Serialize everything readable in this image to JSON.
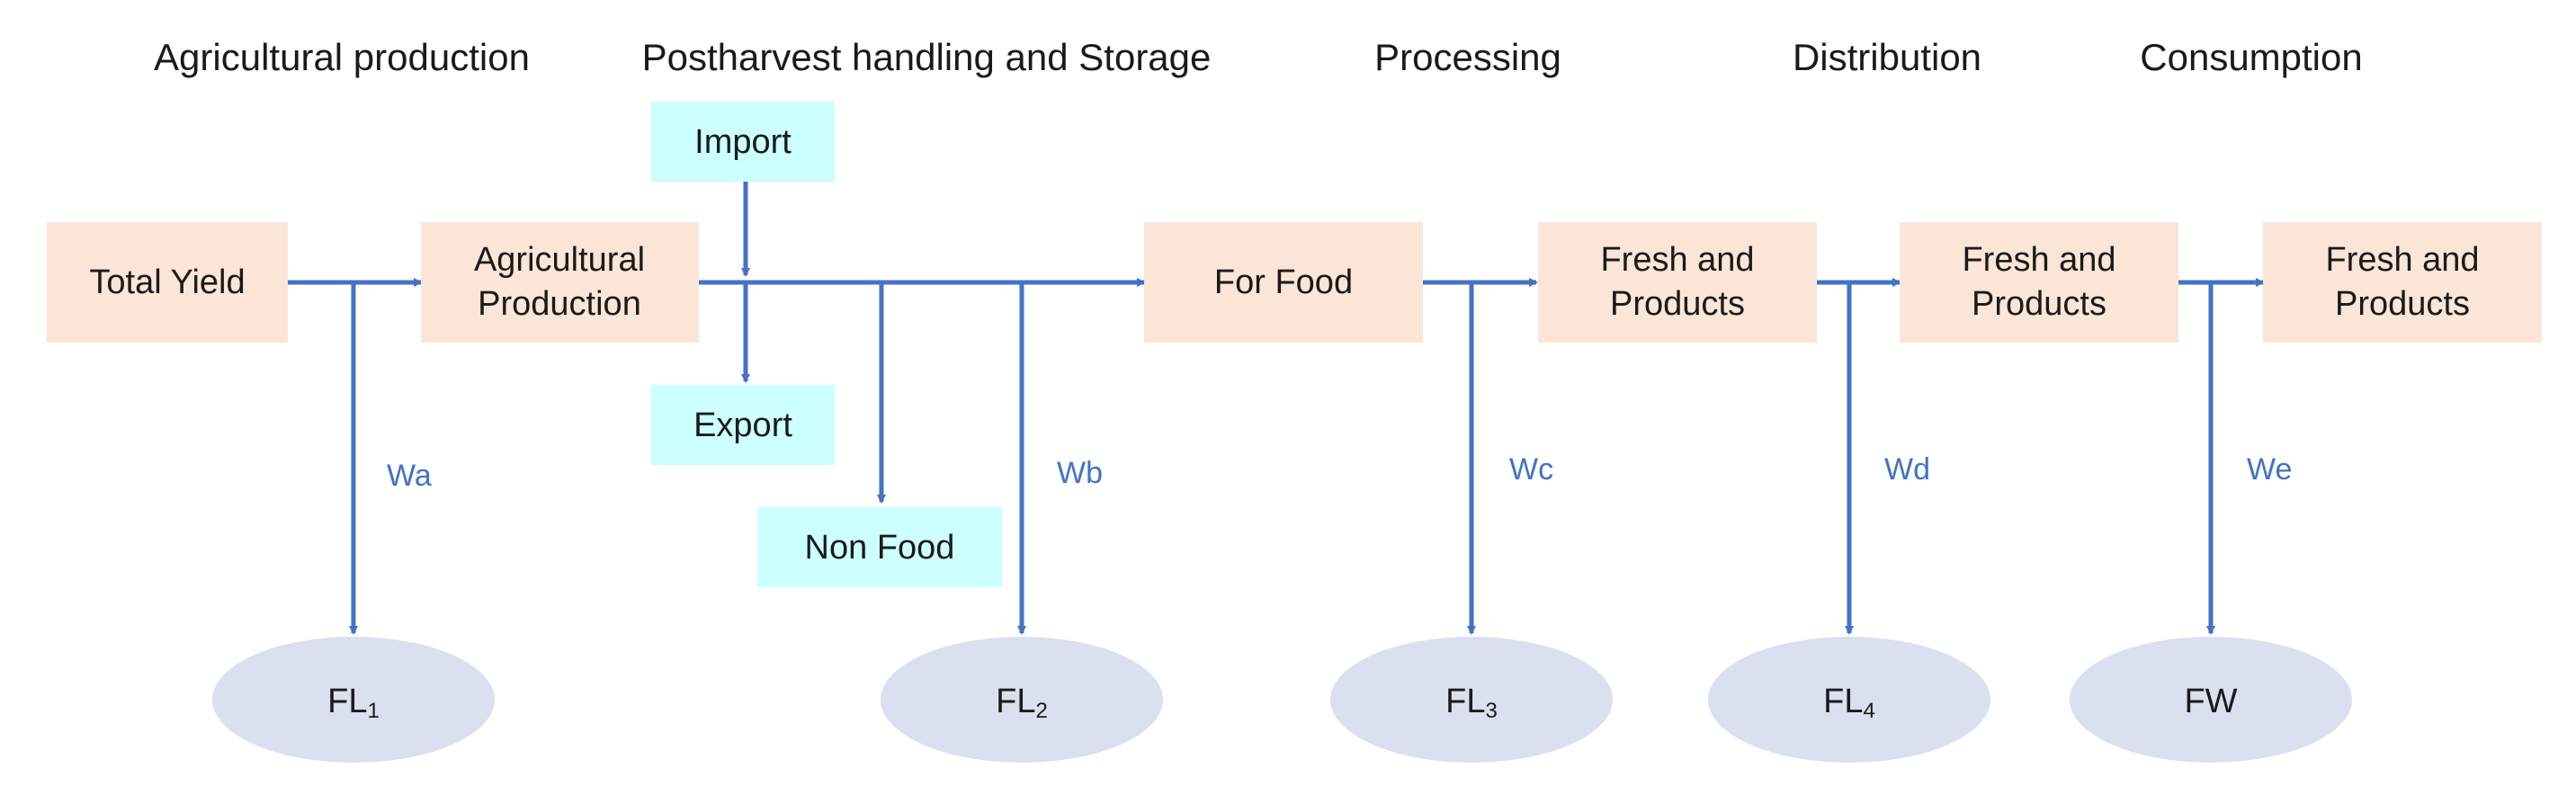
{
  "stages": [
    "Agricultural production",
    "Postharvest handling and Storage",
    "Processing",
    "Distribution",
    "Consumption"
  ],
  "nodes": {
    "total_yield": [
      "Total Yield"
    ],
    "agri_production": [
      "Agricultural",
      "Production"
    ],
    "for_food": [
      "For Food"
    ],
    "fresh_processing": [
      "Fresh and",
      "Products"
    ],
    "fresh_distribution": [
      "Fresh and",
      "Products"
    ],
    "fresh_consumption": [
      "Fresh and",
      "Products"
    ],
    "import": [
      "Import"
    ],
    "export": [
      "Export"
    ],
    "non_food": [
      "Non Food"
    ]
  },
  "flows": {
    "wa": "Wa",
    "wb": "Wb",
    "wc": "Wc",
    "wd": "Wd",
    "we": "We"
  },
  "losses": {
    "fl1": {
      "base": "FL",
      "sub": "1"
    },
    "fl2": {
      "base": "FL",
      "sub": "2"
    },
    "fl3": {
      "base": "FL",
      "sub": "3"
    },
    "fl4": {
      "base": "FL",
      "sub": "4"
    },
    "fw": {
      "base": "FW",
      "sub": ""
    }
  },
  "colors": {
    "stage_box": "#FBE5D6",
    "trade_box": "#CCFFFF",
    "loss_ellipse": "#DAE0F0",
    "arrow": "#4472C4",
    "text": "#1a1a1a"
  }
}
